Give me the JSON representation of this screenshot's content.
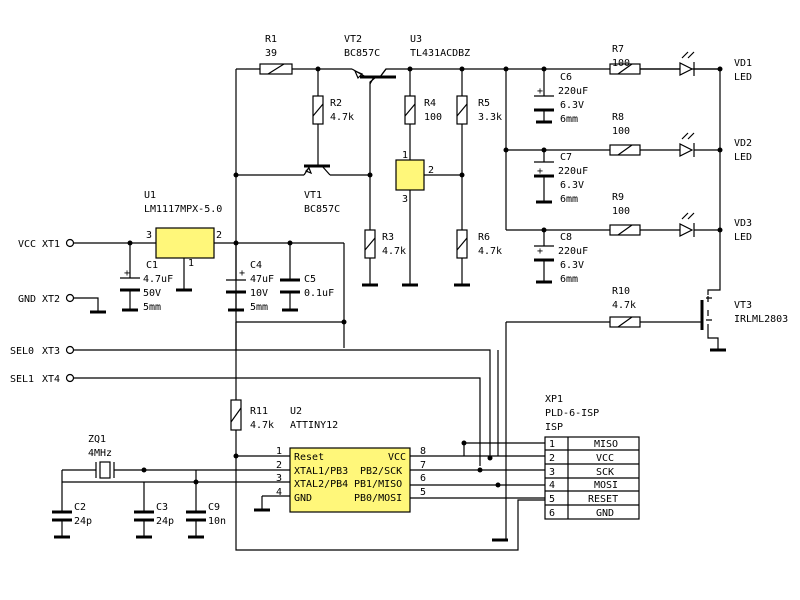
{
  "components": {
    "R1": {
      "ref": "R1",
      "value": "39"
    },
    "R2": {
      "ref": "R2",
      "value": "4.7k"
    },
    "R3": {
      "ref": "R3",
      "value": "4.7k"
    },
    "R4": {
      "ref": "R4",
      "value": "100"
    },
    "R5": {
      "ref": "R5",
      "value": "3.3k"
    },
    "R6": {
      "ref": "R6",
      "value": "4.7k"
    },
    "R7": {
      "ref": "R7",
      "value": "100"
    },
    "R8": {
      "ref": "R8",
      "value": "100"
    },
    "R9": {
      "ref": "R9",
      "value": "100"
    },
    "R10": {
      "ref": "R10",
      "value": "4.7k"
    },
    "R11": {
      "ref": "R11",
      "value": "4.7k"
    },
    "VT1": {
      "ref": "VT1",
      "value": "BC857C"
    },
    "VT2": {
      "ref": "VT2",
      "value": "BC857C"
    },
    "VT3": {
      "ref": "VT3",
      "value": "IRLML2803"
    },
    "U1": {
      "ref": "U1",
      "value": "LM1117MPX-5.0",
      "pin_in": "3",
      "pin_out": "2",
      "pin_gnd": "1"
    },
    "U2": {
      "ref": "U2",
      "value": "ATTINY12"
    },
    "U3": {
      "ref": "U3",
      "value": "TL431ACDBZ",
      "pin1": "1",
      "pin2": "2",
      "pin3": "3"
    },
    "C1": {
      "ref": "C1",
      "value": "4.7uF",
      "voltage": "50V",
      "size": "5mm"
    },
    "C2": {
      "ref": "C2",
      "value": "24p"
    },
    "C3": {
      "ref": "C3",
      "value": "24p"
    },
    "C4": {
      "ref": "C4",
      "value": "47uF",
      "voltage": "10V",
      "size": "5mm"
    },
    "C5": {
      "ref": "C5",
      "value": "0.1uF"
    },
    "C6": {
      "ref": "C6",
      "value": "220uF",
      "voltage": "6.3V",
      "size": "6mm"
    },
    "C7": {
      "ref": "C7",
      "value": "220uF",
      "voltage": "6.3V",
      "size": "6mm"
    },
    "C8": {
      "ref": "C8",
      "value": "220uF",
      "voltage": "6.3V",
      "size": "6mm"
    },
    "C9": {
      "ref": "C9",
      "value": "10n"
    },
    "VD1": {
      "ref": "VD1",
      "value": "LED"
    },
    "VD2": {
      "ref": "VD2",
      "value": "LED"
    },
    "VD3": {
      "ref": "VD3",
      "value": "LED"
    },
    "ZQ1": {
      "ref": "ZQ1",
      "value": "4MHz"
    },
    "XP1": {
      "ref": "XP1",
      "value": "PLD-6-ISP",
      "sub": "ISP"
    }
  },
  "terminals": [
    {
      "net": "VCC",
      "ref": "XT1"
    },
    {
      "net": "GND",
      "ref": "XT2"
    },
    {
      "net": "SEL0",
      "ref": "XT3"
    },
    {
      "net": "SEL1",
      "ref": "XT4"
    }
  ],
  "u2_pins": [
    {
      "num": "1",
      "name": "Reset"
    },
    {
      "num": "2",
      "name": "XTAL1/PB3"
    },
    {
      "num": "3",
      "name": "XTAL2/PB4"
    },
    {
      "num": "4",
      "name": "GND"
    },
    {
      "num": "8",
      "name": "VCC"
    },
    {
      "num": "7",
      "name": "PB2/SCK"
    },
    {
      "num": "6",
      "name": "PB1/MISO"
    },
    {
      "num": "5",
      "name": "PB0/MOSI"
    }
  ],
  "xp1_pins": [
    {
      "num": "1",
      "name": "MISO"
    },
    {
      "num": "2",
      "name": "VCC"
    },
    {
      "num": "3",
      "name": "SCK"
    },
    {
      "num": "4",
      "name": "MOSI"
    },
    {
      "num": "5",
      "name": "RESET"
    },
    {
      "num": "6",
      "name": "GND"
    }
  ],
  "symbols": {
    "plus": "+"
  }
}
